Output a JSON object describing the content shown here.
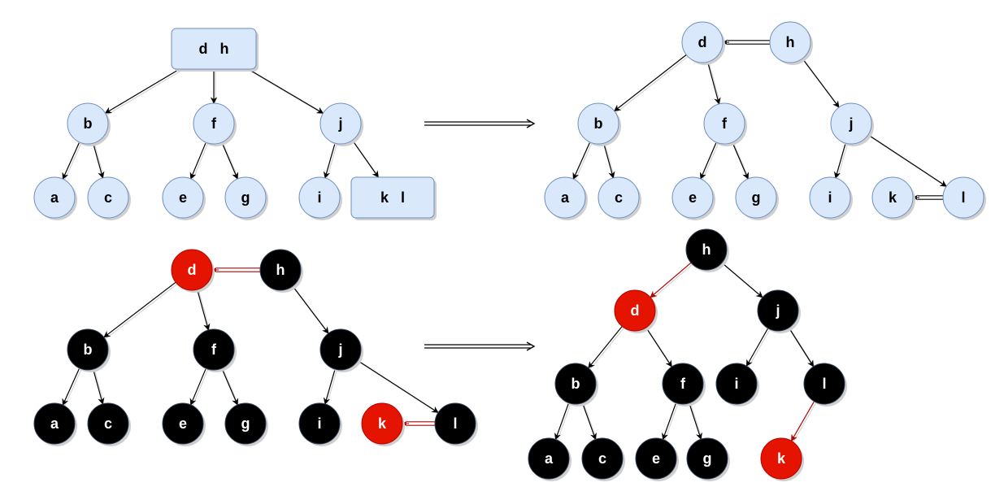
{
  "colors": {
    "light_fill": "#dae8fc",
    "light_stroke": "#6c8ebf",
    "black_fill": "#000000",
    "black_stroke": "#2f3d52",
    "red_fill": "#e51400",
    "red_stroke": "#b20000",
    "edge": "#000000",
    "red_edge": "#b20000",
    "shadow": "#d5d5d5"
  },
  "diagrams": [
    {
      "id": "btree",
      "style": "light",
      "nodes": [
        {
          "id": "dh",
          "label": "d   h",
          "shape": "box"
        },
        {
          "id": "b",
          "label": "b"
        },
        {
          "id": "f",
          "label": "f"
        },
        {
          "id": "j",
          "label": "j"
        },
        {
          "id": "a",
          "label": "a"
        },
        {
          "id": "c",
          "label": "c"
        },
        {
          "id": "e",
          "label": "e"
        },
        {
          "id": "g",
          "label": "g"
        },
        {
          "id": "i",
          "label": "i"
        },
        {
          "id": "kl",
          "label": "k   l",
          "shape": "box"
        }
      ],
      "edges": [
        {
          "from": "dh",
          "to": "b"
        },
        {
          "from": "dh",
          "to": "f"
        },
        {
          "from": "dh",
          "to": "j"
        },
        {
          "from": "b",
          "to": "a"
        },
        {
          "from": "b",
          "to": "c"
        },
        {
          "from": "f",
          "to": "e"
        },
        {
          "from": "f",
          "to": "g"
        },
        {
          "from": "j",
          "to": "i"
        },
        {
          "from": "j",
          "to": "kl"
        }
      ]
    },
    {
      "id": "split",
      "style": "light",
      "nodes": [
        {
          "id": "d",
          "label": "d"
        },
        {
          "id": "h",
          "label": "h"
        },
        {
          "id": "b",
          "label": "b"
        },
        {
          "id": "f",
          "label": "f"
        },
        {
          "id": "j",
          "label": "j"
        },
        {
          "id": "a",
          "label": "a"
        },
        {
          "id": "c",
          "label": "c"
        },
        {
          "id": "e",
          "label": "e"
        },
        {
          "id": "g",
          "label": "g"
        },
        {
          "id": "i",
          "label": "i"
        },
        {
          "id": "k",
          "label": "k"
        },
        {
          "id": "l",
          "label": "l"
        }
      ],
      "edges": [
        {
          "from": "h",
          "to": "d",
          "kind": "double"
        },
        {
          "from": "d",
          "to": "b"
        },
        {
          "from": "d",
          "to": "f"
        },
        {
          "from": "h",
          "to": "j"
        },
        {
          "from": "b",
          "to": "a"
        },
        {
          "from": "b",
          "to": "c"
        },
        {
          "from": "f",
          "to": "e"
        },
        {
          "from": "f",
          "to": "g"
        },
        {
          "from": "j",
          "to": "i"
        },
        {
          "from": "j",
          "to": "l"
        },
        {
          "from": "l",
          "to": "k",
          "kind": "double"
        }
      ]
    },
    {
      "id": "colored",
      "style": "rb",
      "nodes": [
        {
          "id": "d",
          "label": "d",
          "color": "red"
        },
        {
          "id": "h",
          "label": "h"
        },
        {
          "id": "b",
          "label": "b"
        },
        {
          "id": "f",
          "label": "f"
        },
        {
          "id": "j",
          "label": "j"
        },
        {
          "id": "a",
          "label": "a"
        },
        {
          "id": "c",
          "label": "c"
        },
        {
          "id": "e",
          "label": "e"
        },
        {
          "id": "g",
          "label": "g"
        },
        {
          "id": "i",
          "label": "i"
        },
        {
          "id": "k",
          "label": "k",
          "color": "red"
        },
        {
          "id": "l",
          "label": "l"
        }
      ],
      "edges": [
        {
          "from": "h",
          "to": "d",
          "kind": "double",
          "color": "red"
        },
        {
          "from": "d",
          "to": "b"
        },
        {
          "from": "d",
          "to": "f"
        },
        {
          "from": "h",
          "to": "j"
        },
        {
          "from": "b",
          "to": "a"
        },
        {
          "from": "b",
          "to": "c"
        },
        {
          "from": "f",
          "to": "e"
        },
        {
          "from": "f",
          "to": "g"
        },
        {
          "from": "j",
          "to": "i"
        },
        {
          "from": "j",
          "to": "l"
        },
        {
          "from": "l",
          "to": "k",
          "kind": "double",
          "color": "red"
        }
      ]
    },
    {
      "id": "rbtree",
      "style": "rb",
      "nodes": [
        {
          "id": "h",
          "label": "h"
        },
        {
          "id": "d",
          "label": "d",
          "color": "red"
        },
        {
          "id": "j",
          "label": "j"
        },
        {
          "id": "b",
          "label": "b"
        },
        {
          "id": "f",
          "label": "f"
        },
        {
          "id": "i",
          "label": "i"
        },
        {
          "id": "l",
          "label": "l"
        },
        {
          "id": "a",
          "label": "a"
        },
        {
          "id": "c",
          "label": "c"
        },
        {
          "id": "e",
          "label": "e"
        },
        {
          "id": "g",
          "label": "g"
        },
        {
          "id": "k",
          "label": "k",
          "color": "red"
        }
      ],
      "edges": [
        {
          "from": "h",
          "to": "d",
          "color": "red"
        },
        {
          "from": "h",
          "to": "j"
        },
        {
          "from": "d",
          "to": "b"
        },
        {
          "from": "d",
          "to": "f"
        },
        {
          "from": "j",
          "to": "i"
        },
        {
          "from": "j",
          "to": "l"
        },
        {
          "from": "b",
          "to": "a"
        },
        {
          "from": "b",
          "to": "c"
        },
        {
          "from": "f",
          "to": "e"
        },
        {
          "from": "f",
          "to": "g"
        },
        {
          "from": "l",
          "to": "k",
          "color": "red"
        }
      ]
    }
  ],
  "transitions": [
    {
      "id": "top"
    },
    {
      "id": "bottom"
    }
  ]
}
